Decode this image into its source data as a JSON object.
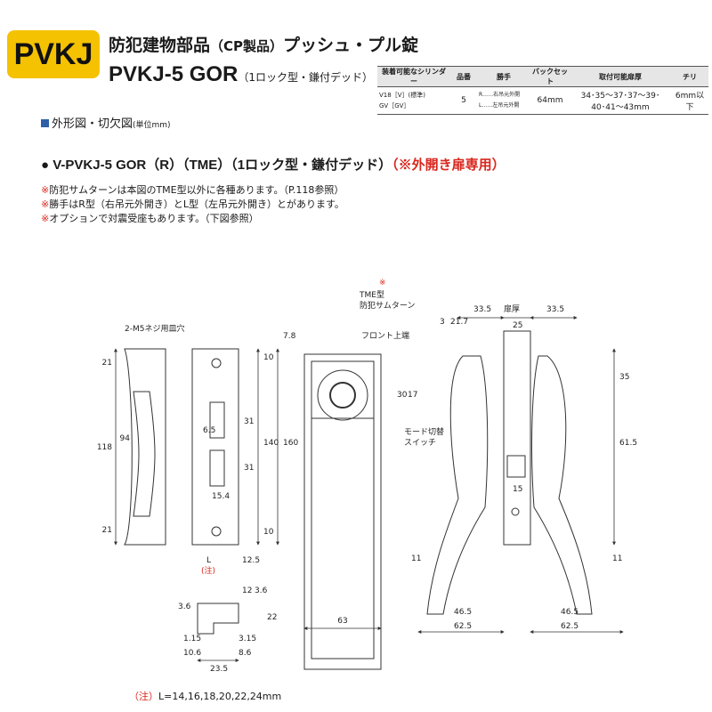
{
  "header": {
    "badge": "PVKJ",
    "title_main": "防犯建物部品",
    "title_paren": "（CP製品）",
    "title_tail": "プッシュ・プル錠",
    "model": "PVKJ-5 GOR",
    "model_sub": "（1ロック型・鎌付デッド）"
  },
  "spec_table": {
    "headers": [
      "装着可能なシリンダー",
      "品番",
      "勝手",
      "バックセット",
      "取付可能扉厚",
      "チリ"
    ],
    "cylinder": [
      "V18［V］(標準)",
      "GV［GV］"
    ],
    "part_no": "5",
    "hand": [
      "R……右吊元外開",
      "L……左吊元外開"
    ],
    "backset": "64mm",
    "door_thickness": [
      "34･35～37･37～39･",
      "40･41～43mm"
    ],
    "chiri": "6mm以下"
  },
  "section": {
    "title": "外形図・切欠図",
    "unit": "(単位mm)"
  },
  "subtitle": {
    "bullet": "●",
    "text": " V-PVKJ-5 GOR（R）（TME）（1ロック型・鎌付デッド）",
    "red": "（※外開き扉専用）"
  },
  "notes": [
    {
      "mark": "※",
      "text": "防犯サムターンは本図のTME型以外に各種あります。（P.118参照）"
    },
    {
      "mark": "※",
      "text": "勝手はR型（右吊元外開き）とL型（左吊元外開き）とがあります。"
    },
    {
      "mark": "※",
      "text": "オプションで対震受座もあります。（下図参照）"
    }
  ],
  "labels": {
    "screw_holes": "2-M5ネジ用皿穴",
    "front_top": "フロント上端",
    "tme_mark": "※",
    "tme_line1": "TME型",
    "tme_line2": "防犯サムターン",
    "mode_switch_1": "モード切替",
    "mode_switch_2": "スイッチ",
    "backset_label": "扉厚",
    "note_mark": "(注)"
  },
  "dimensions": {
    "strike_left_21_top": "21",
    "strike_left_118": "118",
    "strike_left_94": "94",
    "strike_left_21_bot": "21",
    "box_65": "6.5",
    "box_31a": "31",
    "box_31b": "31",
    "box_154": "15.4",
    "front_10_top": "10",
    "front_140": "140",
    "front_10_bot": "10",
    "front_78": "7.8",
    "front_160": "160",
    "front_L": "L",
    "front_125": "12.5",
    "rose_63": "63",
    "top_33_5_left": "33.5",
    "top_33_5_right": "33.5",
    "top_25": "25",
    "top_3": "3",
    "top_21_7": "21.7",
    "side_30": "30",
    "side_17": "17",
    "side_35": "35",
    "side_61_5": "61.5",
    "box_15": "15",
    "side_11_left": "11",
    "side_11_right": "11",
    "bottom_46_5_left": "46.5",
    "bottom_62_5_left": "62.5",
    "bottom_46_5_right": "46.5",
    "bottom_62_5_right": "62.5",
    "detail_3_6_left": "3.6",
    "detail_12": "12",
    "detail_3_6_right": "3.6",
    "detail_22": "22",
    "detail_1_15": "1.15",
    "detail_3_15": "3.15",
    "detail_10_6": "10.6",
    "detail_8_6": "8.6",
    "detail_23_5": "23.5"
  },
  "footnote": {
    "mark": "（注）",
    "text": "L=14,16,18,20,22,24mm"
  },
  "colors": {
    "badge": "#f4c200",
    "accent_red": "#d9261c",
    "section_mark": "#2f5fa8"
  }
}
